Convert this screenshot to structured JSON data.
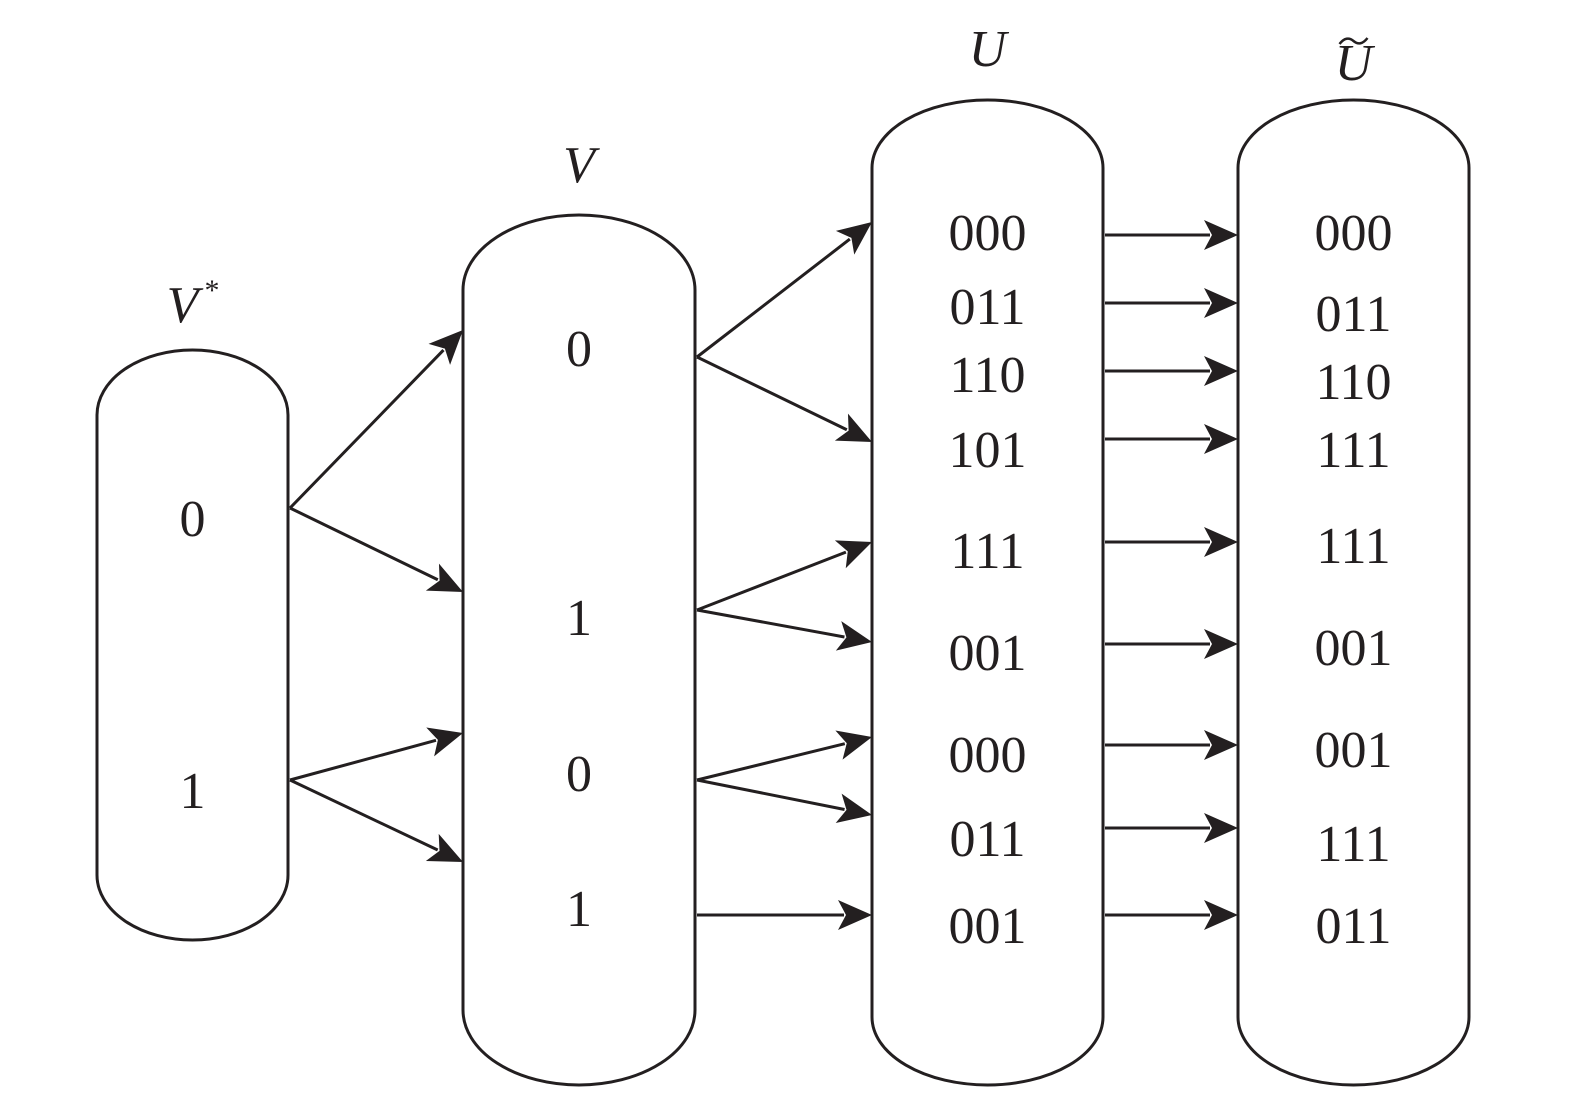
{
  "diagram": {
    "columns": [
      {
        "id": "vstar",
        "title": "V",
        "title_sup": "*",
        "title_tilde": false,
        "values": [
          "0",
          "1"
        ]
      },
      {
        "id": "v",
        "title": "V",
        "title_sup": "",
        "title_tilde": false,
        "values": [
          "0",
          "1",
          "0",
          "1"
        ]
      },
      {
        "id": "u",
        "title": "U",
        "title_sup": "",
        "title_tilde": false,
        "values": [
          "000",
          "011",
          "110",
          "101",
          "111",
          "001",
          "000",
          "011",
          "001"
        ]
      },
      {
        "id": "utilde",
        "title": "U",
        "title_sup": "",
        "title_tilde": true,
        "values": [
          "000",
          "011",
          "110",
          "111",
          "111",
          "001",
          "001",
          "111",
          "011"
        ]
      }
    ],
    "edges": [
      {
        "from": [
          "vstar",
          0
        ],
        "to": [
          "v",
          0
        ]
      },
      {
        "from": [
          "vstar",
          0
        ],
        "to": [
          "v",
          1
        ]
      },
      {
        "from": [
          "vstar",
          1
        ],
        "to": [
          "v",
          2
        ]
      },
      {
        "from": [
          "vstar",
          1
        ],
        "to": [
          "v",
          3
        ]
      },
      {
        "from": [
          "v",
          0
        ],
        "to": [
          "u",
          0
        ]
      },
      {
        "from": [
          "v",
          0
        ],
        "to": [
          "u",
          3
        ]
      },
      {
        "from": [
          "v",
          1
        ],
        "to": [
          "u",
          4
        ]
      },
      {
        "from": [
          "v",
          1
        ],
        "to": [
          "u",
          5
        ]
      },
      {
        "from": [
          "v",
          2
        ],
        "to": [
          "u",
          6
        ]
      },
      {
        "from": [
          "v",
          2
        ],
        "to": [
          "u",
          7
        ]
      },
      {
        "from": [
          "v",
          3
        ],
        "to": [
          "u",
          8
        ]
      },
      {
        "from": [
          "u",
          0
        ],
        "to": [
          "utilde",
          0
        ]
      },
      {
        "from": [
          "u",
          1
        ],
        "to": [
          "utilde",
          1
        ]
      },
      {
        "from": [
          "u",
          2
        ],
        "to": [
          "utilde",
          2
        ]
      },
      {
        "from": [
          "u",
          3
        ],
        "to": [
          "utilde",
          3
        ]
      },
      {
        "from": [
          "u",
          4
        ],
        "to": [
          "utilde",
          4
        ]
      },
      {
        "from": [
          "u",
          5
        ],
        "to": [
          "utilde",
          5
        ]
      },
      {
        "from": [
          "u",
          6
        ],
        "to": [
          "utilde",
          6
        ]
      },
      {
        "from": [
          "u",
          7
        ],
        "to": [
          "utilde",
          7
        ]
      },
      {
        "from": [
          "u",
          8
        ],
        "to": [
          "utilde",
          8
        ]
      }
    ]
  }
}
